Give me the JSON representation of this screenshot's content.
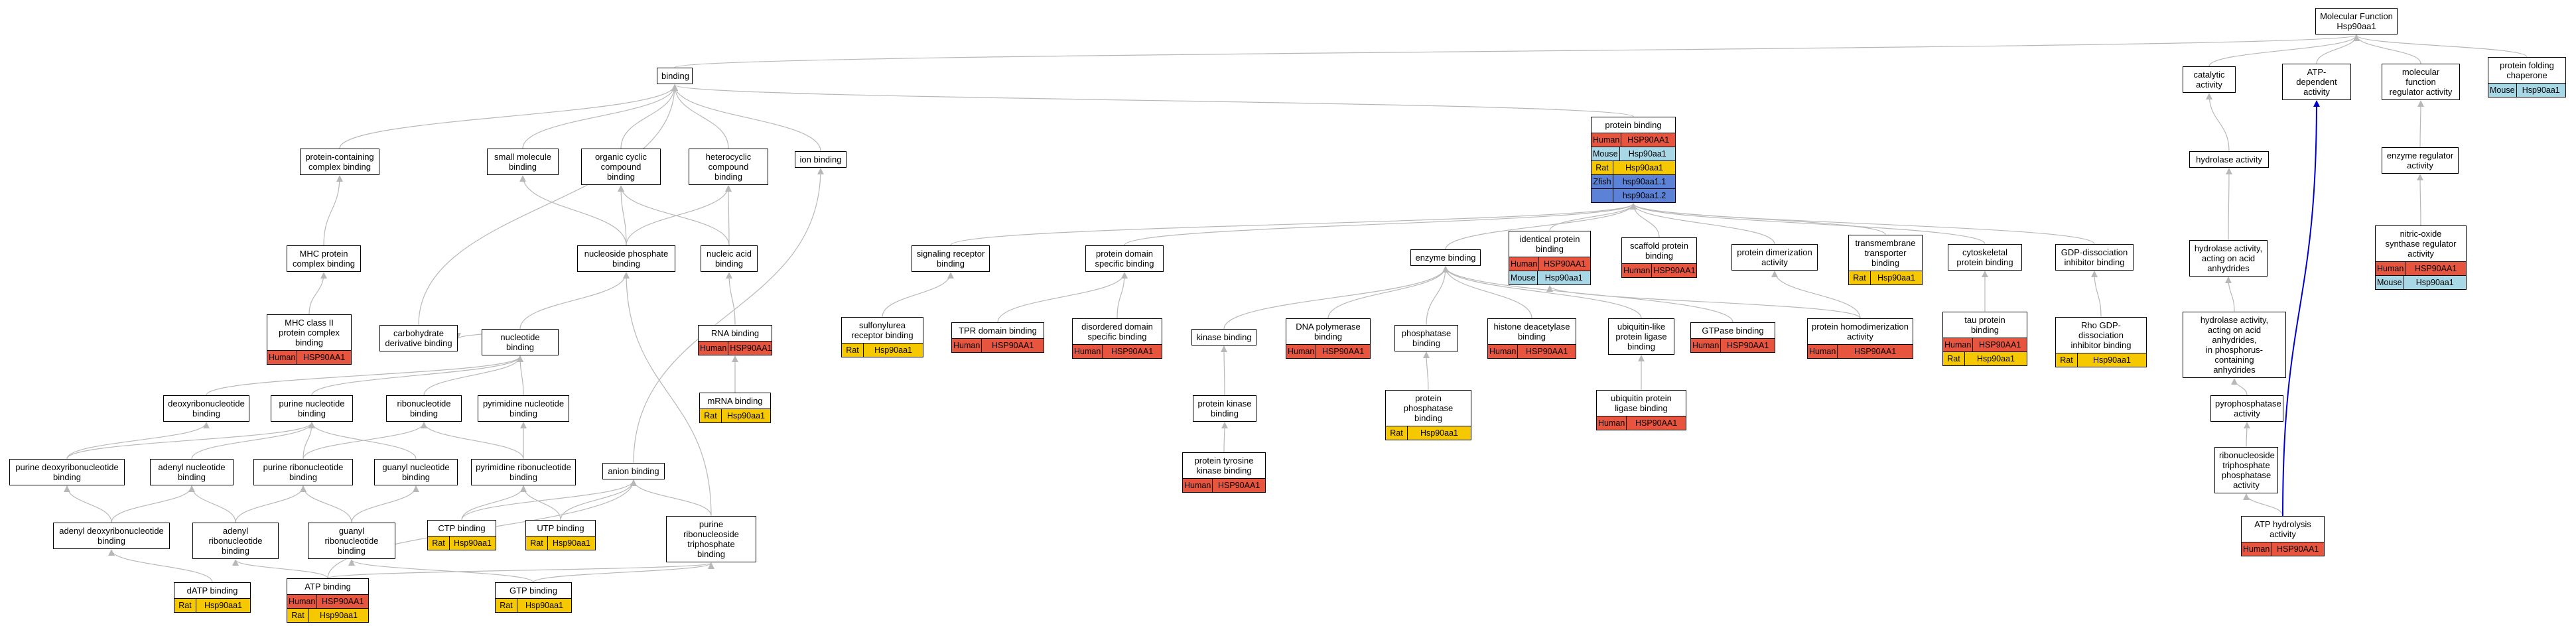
{
  "diagram": {
    "colors": {
      "human": "#e8553e",
      "mouse": "#a8d8e6",
      "rat": "#f5c800",
      "zfish": "#5b82d6",
      "edge": "#b8b8b8",
      "highlight_edge": "#0000cc"
    },
    "nodes": [
      {
        "id": "mf",
        "label": "Molecular Function\nHsp90aa1",
        "badges": []
      },
      {
        "id": "binding",
        "label": "binding",
        "badges": []
      },
      {
        "id": "catalytic",
        "label": "catalytic activity",
        "badges": []
      },
      {
        "id": "atpdep",
        "label": "ATP-dependent\nactivity",
        "badges": []
      },
      {
        "id": "mfreg",
        "label": "molecular function\nregulator activity",
        "badges": []
      },
      {
        "id": "chaperone",
        "label": "protein folding\nchaperone",
        "badges": [
          {
            "sp": "Mouse",
            "gene": "Hsp90aa1"
          }
        ]
      },
      {
        "id": "pcc",
        "label": "protein-containing\ncomplex binding",
        "badges": []
      },
      {
        "id": "smallmol",
        "label": "small molecule\nbinding",
        "badges": []
      },
      {
        "id": "orgcyc",
        "label": "organic cyclic\ncompound binding",
        "badges": []
      },
      {
        "id": "hetcyc",
        "label": "heterocyclic\ncompound binding",
        "badges": []
      },
      {
        "id": "ion",
        "label": "ion binding",
        "badges": []
      },
      {
        "id": "protbind",
        "label": "protein binding",
        "badges": [
          {
            "sp": "Human",
            "gene": "HSP90AA1"
          },
          {
            "sp": "Mouse",
            "gene": "Hsp90aa1"
          },
          {
            "sp": "Rat",
            "gene": "Hsp90aa1"
          },
          {
            "sp": "Zfish",
            "gene": "hsp90aa1.1"
          },
          {
            "sp": "",
            "gene": "hsp90aa1.2"
          }
        ]
      },
      {
        "id": "hydrolase",
        "label": "hydrolase activity",
        "badges": []
      },
      {
        "id": "enzreg",
        "label": "enzyme regulator\nactivity",
        "badges": []
      },
      {
        "id": "mhcprot",
        "label": "MHC protein\ncomplex binding",
        "badges": []
      },
      {
        "id": "ntphos",
        "label": "nucleoside phosphate\nbinding",
        "badges": []
      },
      {
        "id": "nucacid",
        "label": "nucleic acid\nbinding",
        "badges": []
      },
      {
        "id": "sigrec",
        "label": "signaling receptor\nbinding",
        "badges": []
      },
      {
        "id": "protdom",
        "label": "protein domain\nspecific binding",
        "badges": []
      },
      {
        "id": "enzbind",
        "label": "enzyme binding",
        "badges": []
      },
      {
        "id": "identprot",
        "label": "identical protein\nbinding",
        "badges": [
          {
            "sp": "Human",
            "gene": "HSP90AA1"
          },
          {
            "sp": "Mouse",
            "gene": "Hsp90aa1"
          }
        ]
      },
      {
        "id": "scaffold",
        "label": "scaffold protein\nbinding",
        "badges": [
          {
            "sp": "Human",
            "gene": "HSP90AA1"
          }
        ]
      },
      {
        "id": "protdimer",
        "label": "protein dimerization\nactivity",
        "badges": []
      },
      {
        "id": "transmem",
        "label": "transmembrane\ntransporter\nbinding",
        "badges": [
          {
            "sp": "Rat",
            "gene": "Hsp90aa1"
          }
        ]
      },
      {
        "id": "cytoskel",
        "label": "cytoskeletal\nprotein binding",
        "badges": []
      },
      {
        "id": "gdpdiss",
        "label": "GDP-dissociation\ninhibitor binding",
        "badges": []
      },
      {
        "id": "hydacid",
        "label": "hydrolase activity,\nacting on acid\nanhydrides",
        "badges": []
      },
      {
        "id": "nos",
        "label": "nitric-oxide\nsynthase regulator\nactivity",
        "badges": [
          {
            "sp": "Human",
            "gene": "HSP90AA1"
          },
          {
            "sp": "Mouse",
            "gene": "Hsp90aa1"
          }
        ]
      },
      {
        "id": "mhc2",
        "label": "MHC class II\nprotein complex\nbinding",
        "badges": [
          {
            "sp": "Human",
            "gene": "HSP90AA1"
          }
        ]
      },
      {
        "id": "carbo",
        "label": "carbohydrate\nderivative binding",
        "badges": []
      },
      {
        "id": "nucleotide",
        "label": "nucleotide binding",
        "badges": []
      },
      {
        "id": "rna",
        "label": "RNA binding",
        "badges": [
          {
            "sp": "Human",
            "gene": "HSP90AA1"
          }
        ]
      },
      {
        "id": "sulfonyl",
        "label": "sulfonylurea\nreceptor binding",
        "badges": [
          {
            "sp": "Rat",
            "gene": "Hsp90aa1"
          }
        ]
      },
      {
        "id": "tpr",
        "label": "TPR domain binding",
        "badges": [
          {
            "sp": "Human",
            "gene": "HSP90AA1"
          }
        ]
      },
      {
        "id": "disord",
        "label": "disordered domain\nspecific binding",
        "badges": [
          {
            "sp": "Human",
            "gene": "HSP90AA1"
          }
        ]
      },
      {
        "id": "kinase",
        "label": "kinase binding",
        "badges": []
      },
      {
        "id": "dnapol",
        "label": "DNA polymerase\nbinding",
        "badges": [
          {
            "sp": "Human",
            "gene": "HSP90AA1"
          }
        ]
      },
      {
        "id": "phosph",
        "label": "phosphatase\nbinding",
        "badges": []
      },
      {
        "id": "histone",
        "label": "histone deacetylase\nbinding",
        "badges": [
          {
            "sp": "Human",
            "gene": "HSP90AA1"
          }
        ]
      },
      {
        "id": "ubilike",
        "label": "ubiquitin-like\nprotein ligase\nbinding",
        "badges": []
      },
      {
        "id": "gtpase",
        "label": "GTPase binding",
        "badges": [
          {
            "sp": "Human",
            "gene": "HSP90AA1"
          }
        ]
      },
      {
        "id": "homodimer",
        "label": "protein homodimerization\nactivity",
        "badges": [
          {
            "sp": "Human",
            "gene": "HSP90AA1"
          }
        ]
      },
      {
        "id": "tau",
        "label": "tau protein\nbinding",
        "badges": [
          {
            "sp": "Human",
            "gene": "HSP90AA1"
          },
          {
            "sp": "Rat",
            "gene": "Hsp90aa1"
          }
        ]
      },
      {
        "id": "rhogdp",
        "label": "Rho GDP-dissociation\ninhibitor binding",
        "badges": [
          {
            "sp": "Rat",
            "gene": "Hsp90aa1"
          }
        ]
      },
      {
        "id": "hydacidP",
        "label": "hydrolase activity,\nacting on acid\nanhydrides,\nin phosphorus-containing\nanhydrides",
        "badges": []
      },
      {
        "id": "deoxyribo",
        "label": "deoxyribonucleotide\nbinding",
        "badges": []
      },
      {
        "id": "purinenuc",
        "label": "purine nucleotide\nbinding",
        "badges": []
      },
      {
        "id": "ribonuc",
        "label": "ribonucleotide\nbinding",
        "badges": []
      },
      {
        "id": "pyrimnuc",
        "label": "pyrimidine nucleotide\nbinding",
        "badges": []
      },
      {
        "id": "mrna",
        "label": "mRNA binding",
        "badges": [
          {
            "sp": "Rat",
            "gene": "Hsp90aa1"
          }
        ]
      },
      {
        "id": "protkin",
        "label": "protein kinase\nbinding",
        "badges": []
      },
      {
        "id": "protphos",
        "label": "protein phosphatase\nbinding",
        "badges": [
          {
            "sp": "Rat",
            "gene": "Hsp90aa1"
          }
        ]
      },
      {
        "id": "ubiprot",
        "label": "ubiquitin protein\nligase binding",
        "badges": [
          {
            "sp": "Human",
            "gene": "HSP90AA1"
          }
        ]
      },
      {
        "id": "pyrophos",
        "label": "pyrophosphatase\nactivity",
        "badges": []
      },
      {
        "id": "purdeoxy",
        "label": "purine deoxyribonucleotide\nbinding",
        "badges": []
      },
      {
        "id": "adenylnuc",
        "label": "adenyl nucleotide\nbinding",
        "badges": []
      },
      {
        "id": "purribo",
        "label": "purine ribonucleotide\nbinding",
        "badges": []
      },
      {
        "id": "guanylnuc",
        "label": "guanyl nucleotide\nbinding",
        "badges": []
      },
      {
        "id": "pyrimribo",
        "label": "pyrimidine ribonucleotide\nbinding",
        "badges": []
      },
      {
        "id": "anion",
        "label": "anion binding",
        "badges": []
      },
      {
        "id": "ptyrkin",
        "label": "protein tyrosine\nkinase binding",
        "badges": [
          {
            "sp": "Human",
            "gene": "HSP90AA1"
          }
        ]
      },
      {
        "id": "rntp",
        "label": "ribonucleoside\ntriphosphate\nphosphatase\nactivity",
        "badges": []
      },
      {
        "id": "adenyldeoxy",
        "label": "adenyl deoxyribonucleotide\nbinding",
        "badges": []
      },
      {
        "id": "adenylribo",
        "label": "adenyl ribonucleotide\nbinding",
        "badges": []
      },
      {
        "id": "guanylribo",
        "label": "guanyl ribonucleotide\nbinding",
        "badges": []
      },
      {
        "id": "ctp",
        "label": "CTP binding",
        "badges": [
          {
            "sp": "Rat",
            "gene": "Hsp90aa1"
          }
        ]
      },
      {
        "id": "utp",
        "label": "UTP binding",
        "badges": [
          {
            "sp": "Rat",
            "gene": "Hsp90aa1"
          }
        ]
      },
      {
        "id": "purrntp",
        "label": "purine ribonucleoside\ntriphosphate\nbinding",
        "badges": []
      },
      {
        "id": "atphydro",
        "label": "ATP hydrolysis\nactivity",
        "badges": [
          {
            "sp": "Human",
            "gene": "HSP90AA1"
          }
        ]
      },
      {
        "id": "datp",
        "label": "dATP binding",
        "badges": [
          {
            "sp": "Rat",
            "gene": "Hsp90aa1"
          }
        ]
      },
      {
        "id": "atp",
        "label": "ATP binding",
        "badges": [
          {
            "sp": "Human",
            "gene": "HSP90AA1"
          },
          {
            "sp": "Rat",
            "gene": "Hsp90aa1"
          }
        ]
      },
      {
        "id": "gtp",
        "label": "GTP binding",
        "badges": [
          {
            "sp": "Rat",
            "gene": "Hsp90aa1"
          }
        ]
      }
    ],
    "edges": [
      [
        "binding",
        "mf"
      ],
      [
        "catalytic",
        "mf"
      ],
      [
        "atpdep",
        "mf"
      ],
      [
        "mfreg",
        "mf"
      ],
      [
        "chaperone",
        "mf"
      ],
      [
        "pcc",
        "binding"
      ],
      [
        "smallmol",
        "binding"
      ],
      [
        "orgcyc",
        "binding"
      ],
      [
        "hetcyc",
        "binding"
      ],
      [
        "ion",
        "binding"
      ],
      [
        "protbind",
        "binding"
      ],
      [
        "carbo",
        "binding"
      ],
      [
        "hydrolase",
        "catalytic"
      ],
      [
        "enzreg",
        "mfreg"
      ],
      [
        "nos",
        "enzreg"
      ],
      [
        "mhcprot",
        "pcc"
      ],
      [
        "mhc2",
        "mhcprot"
      ],
      [
        "ntphos",
        "orgcyc"
      ],
      [
        "ntphos",
        "hetcyc"
      ],
      [
        "nucacid",
        "orgcyc"
      ],
      [
        "nucacid",
        "hetcyc"
      ],
      [
        "ntphos",
        "smallmol"
      ],
      [
        "rna",
        "nucacid"
      ],
      [
        "mrna",
        "rna"
      ],
      [
        "sigrec",
        "protbind"
      ],
      [
        "protdom",
        "protbind"
      ],
      [
        "enzbind",
        "protbind"
      ],
      [
        "identprot",
        "protbind"
      ],
      [
        "scaffold",
        "protbind"
      ],
      [
        "protdimer",
        "protbind"
      ],
      [
        "transmem",
        "protbind"
      ],
      [
        "cytoskel",
        "protbind"
      ],
      [
        "gdpdiss",
        "protbind"
      ],
      [
        "sulfonyl",
        "sigrec"
      ],
      [
        "tpr",
        "protdom"
      ],
      [
        "disord",
        "protdom"
      ],
      [
        "kinase",
        "enzbind"
      ],
      [
        "dnapol",
        "enzbind"
      ],
      [
        "phosph",
        "enzbind"
      ],
      [
        "histone",
        "enzbind"
      ],
      [
        "ubilike",
        "enzbind"
      ],
      [
        "gtpase",
        "enzbind"
      ],
      [
        "protkin",
        "kinase"
      ],
      [
        "ptyrkin",
        "protkin"
      ],
      [
        "protphos",
        "phosph"
      ],
      [
        "ubiprot",
        "ubilike"
      ],
      [
        "homodimer",
        "identprot"
      ],
      [
        "homodimer",
        "protdimer"
      ],
      [
        "tau",
        "cytoskel"
      ],
      [
        "rhogdp",
        "gdpdiss"
      ],
      [
        "hydacid",
        "hydrolase"
      ],
      [
        "hydacidP",
        "hydacid"
      ],
      [
        "pyrophos",
        "hydacidP"
      ],
      [
        "rntp",
        "pyrophos"
      ],
      [
        "atphydro",
        "rntp"
      ],
      [
        "atphydro",
        "atpdep"
      ],
      [
        "nucleotide",
        "ntphos"
      ],
      [
        "nucleotide",
        "carbo"
      ],
      [
        "deoxyribo",
        "nucleotide"
      ],
      [
        "purinenuc",
        "nucleotide"
      ],
      [
        "ribonuc",
        "nucleotide"
      ],
      [
        "pyrimnuc",
        "nucleotide"
      ],
      [
        "purdeoxy",
        "deoxyribo"
      ],
      [
        "purdeoxy",
        "purinenuc"
      ],
      [
        "adenylnuc",
        "purinenuc"
      ],
      [
        "purribo",
        "purinenuc"
      ],
      [
        "purribo",
        "ribonuc"
      ],
      [
        "guanylnuc",
        "purinenuc"
      ],
      [
        "pyrimribo",
        "pyrimnuc"
      ],
      [
        "pyrimribo",
        "ribonuc"
      ],
      [
        "adenyldeoxy",
        "purdeoxy"
      ],
      [
        "adenyldeoxy",
        "adenylnuc"
      ],
      [
        "adenylribo",
        "adenylnuc"
      ],
      [
        "adenylribo",
        "purribo"
      ],
      [
        "guanylribo",
        "purribo"
      ],
      [
        "guanylribo",
        "guanylnuc"
      ],
      [
        "ctp",
        "pyrimribo"
      ],
      [
        "utp",
        "pyrimribo"
      ],
      [
        "anion",
        "ion"
      ],
      [
        "purrntp",
        "ntphos"
      ],
      [
        "purrntp",
        "anion"
      ],
      [
        "datp",
        "adenyldeoxy"
      ],
      [
        "atp",
        "adenylribo"
      ],
      [
        "atp",
        "purrntp"
      ],
      [
        "atp",
        "anion"
      ],
      [
        "gtp",
        "guanylribo"
      ],
      [
        "gtp",
        "purrntp"
      ],
      [
        "ctp",
        "anion"
      ],
      [
        "utp",
        "anion"
      ]
    ]
  }
}
